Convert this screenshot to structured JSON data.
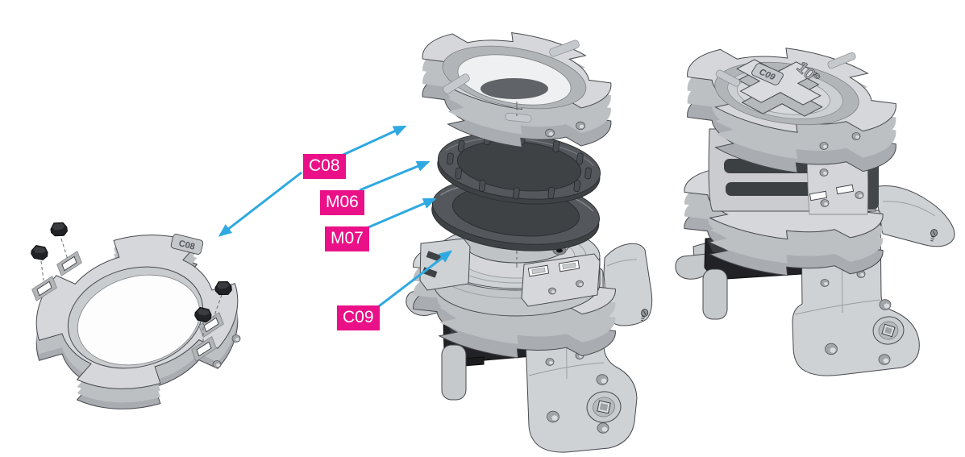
{
  "illustration": {
    "type": "exploded-assembly-diagram",
    "background": "#ffffff",
    "accent_colors": {
      "callout_background": "#EA1188",
      "callout_text": "#FFFFFF",
      "arrow": "#2FA9E1"
    },
    "callouts": [
      {
        "label": "C08"
      },
      {
        "label": "M06"
      },
      {
        "label": "M07"
      },
      {
        "label": "C09"
      }
    ],
    "engravings": {
      "left_ring": "C08",
      "assembled_cap": "C09",
      "assembled_cap_angle": "10°"
    },
    "icons": [
      {
        "name": "screw-icon",
        "location": "middle-assembly-right-wing"
      },
      {
        "name": "screw-icon",
        "location": "assembled-unit-right-wing"
      }
    ]
  }
}
